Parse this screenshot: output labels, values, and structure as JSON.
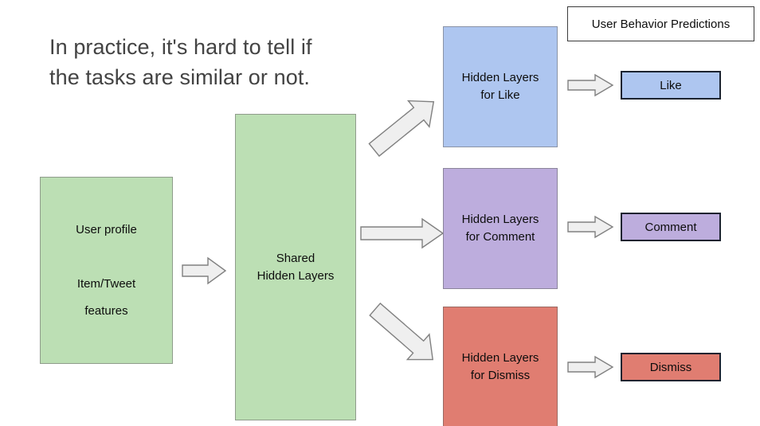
{
  "headline": "In practice, it's hard to tell if\nthe tasks are similar or not.",
  "legend": {
    "label": "User Behavior Predictions"
  },
  "input_block": {
    "label": "User profile\n\nItem/Tweet\nfeatures",
    "color": "#bcdfb4"
  },
  "shared_block": {
    "label": "Shared\nHidden Layers",
    "color": "#bcdfb4"
  },
  "towers": [
    {
      "name": "like",
      "label": "Hidden Layers\nfor Like",
      "color": "#aec6f0"
    },
    {
      "name": "comment",
      "label": "Hidden Layers\nfor Comment",
      "color": "#bdaddd"
    },
    {
      "name": "dismiss",
      "label": "Hidden Layers\nfor Dismiss",
      "color": "#e07d71"
    }
  ],
  "predictions": [
    {
      "name": "like",
      "label": "Like",
      "color": "#aec6f0"
    },
    {
      "name": "comment",
      "label": "Comment",
      "color": "#bdaddd"
    },
    {
      "name": "dismiss",
      "label": "Dismiss",
      "color": "#e07d71"
    }
  ],
  "arrows": [
    {
      "name": "input-to-shared",
      "direction": "right"
    },
    {
      "name": "shared-to-like",
      "direction": "up-right"
    },
    {
      "name": "shared-to-comment",
      "direction": "right"
    },
    {
      "name": "shared-to-dismiss",
      "direction": "down-right"
    },
    {
      "name": "like-out",
      "direction": "right"
    },
    {
      "name": "comment-out",
      "direction": "right"
    },
    {
      "name": "dismiss-out",
      "direction": "right"
    }
  ],
  "palette": {
    "green": "#bcdfb4",
    "blue": "#aec6f0",
    "purple": "#bdaddd",
    "red": "#e07d71",
    "arrow_fill": "#efefef",
    "arrow_stroke": "#808080",
    "text": "#0d0d0d",
    "headline_text": "#434343",
    "background": "#ffffff"
  }
}
